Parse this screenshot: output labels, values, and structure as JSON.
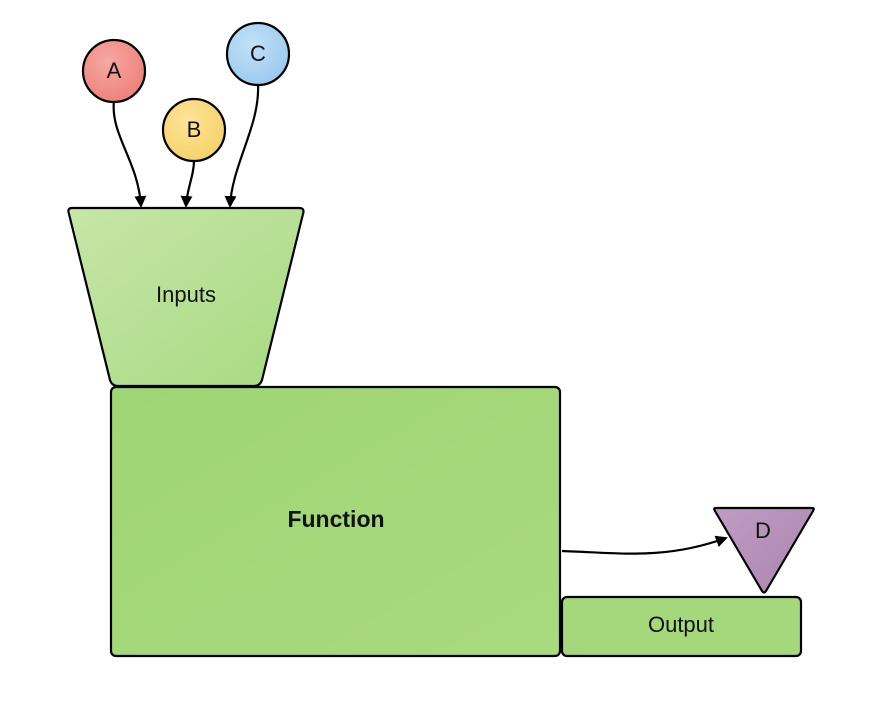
{
  "diagram": {
    "nodes": {
      "a": {
        "label": "A",
        "color": "#f08c86"
      },
      "b": {
        "label": "B",
        "color": "#f8d878"
      },
      "c": {
        "label": "C",
        "color": "#a9d4f2"
      },
      "d": {
        "label": "D",
        "color": "#b690b8"
      }
    },
    "blocks": {
      "inputs": {
        "label": "Inputs",
        "color": "#b5dc93"
      },
      "function": {
        "label": "Function",
        "color": "#a5d87b"
      },
      "output": {
        "label": "Output",
        "color": "#a5d87b"
      }
    },
    "edges": [
      {
        "from": "A",
        "to": "Inputs"
      },
      {
        "from": "B",
        "to": "Inputs"
      },
      {
        "from": "C",
        "to": "Inputs"
      },
      {
        "from": "Function",
        "to": "D"
      }
    ]
  }
}
